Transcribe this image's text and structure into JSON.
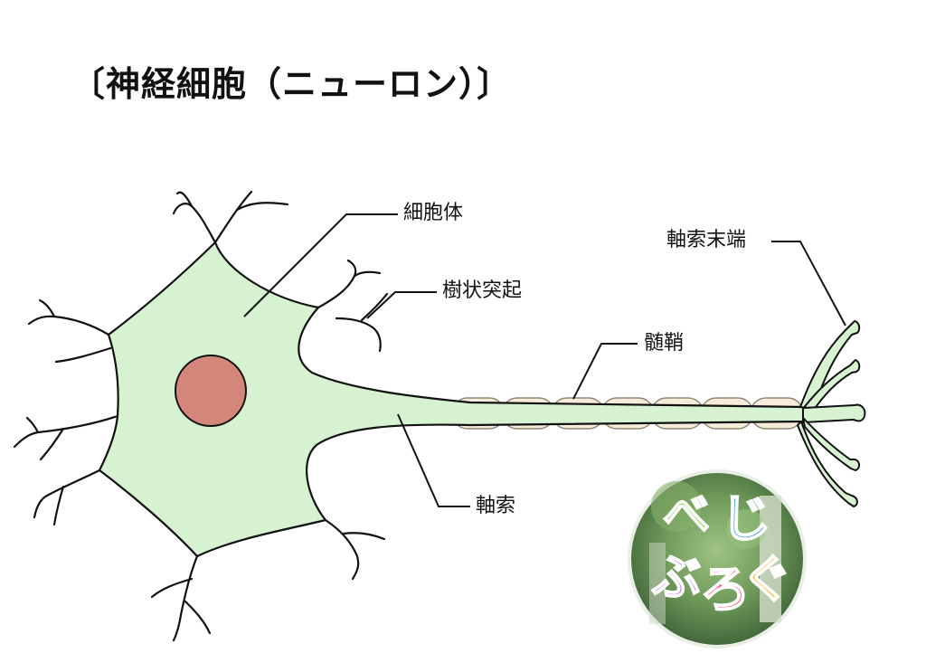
{
  "title": "〔神経細胞（ニューロン）〕",
  "labels": {
    "soma": "細胞体",
    "dendrite": "樹状突起",
    "myelin": "髄鞘",
    "axon_terminal": "軸索末端",
    "axon": "軸索"
  },
  "logo": {
    "chars": [
      "べ",
      "じ",
      "ぶ",
      "ろ",
      "ぐ"
    ]
  },
  "colors": {
    "cell_fill": "#d6f2d0",
    "nucleus_fill": "#d4867a",
    "myelin_fill": "#f7ecd9",
    "stroke": "#111111"
  }
}
